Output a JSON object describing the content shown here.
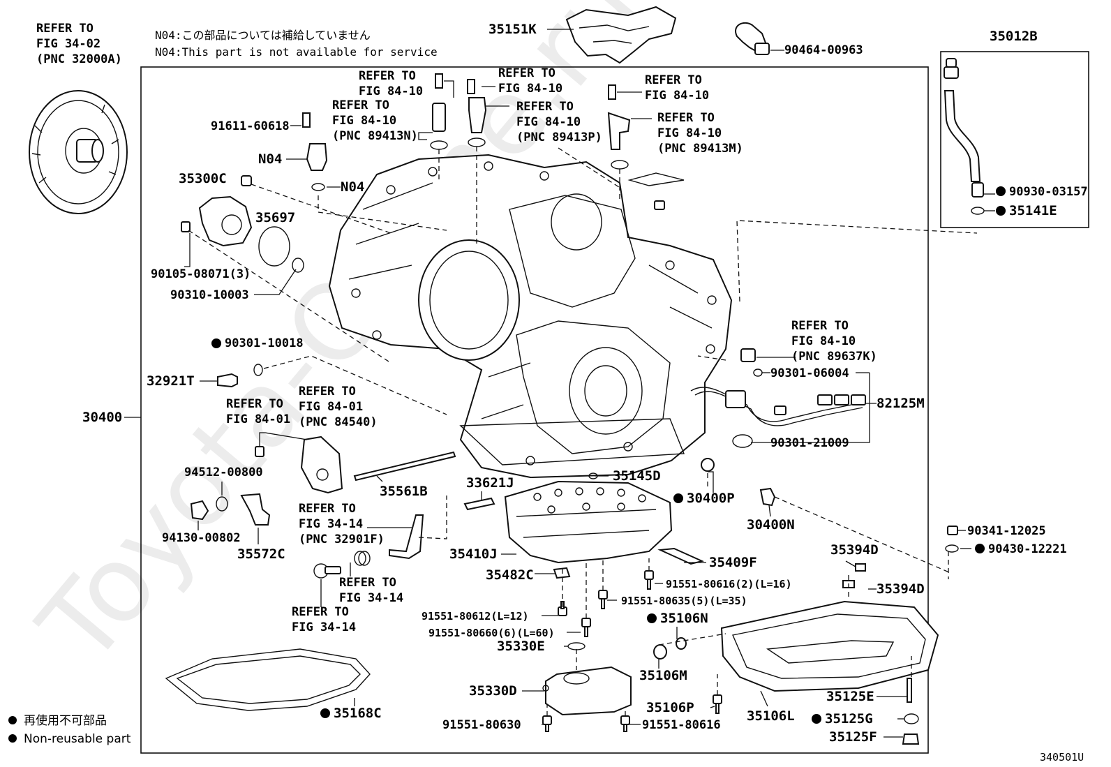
{
  "watermark": "Toyota-Online.ru",
  "figure_id": "340501U",
  "note": {
    "jp": "N04:この部品については補給していません",
    "en": "N04:This part is not available for service"
  },
  "legend": {
    "jp": "再使用不可部品",
    "en": "Non-reusable part"
  },
  "refs": {
    "r3402_1": "REFER TO",
    "r3402_2": "FIG 34-02",
    "r3402_3": "(PNC 32000A)",
    "a_1": "REFER TO",
    "a_2": "FIG 84-10",
    "b_1": "REFER TO",
    "b_2": "FIG 84-10",
    "c_1": "REFER TO",
    "c_2": "FIG 84-10",
    "c_3": "(PNC 89413N)",
    "d_1": "REFER TO",
    "d_2": "FIG 84-10",
    "d_3": "(PNC 89413P)",
    "e_1": "REFER TO",
    "e_2": "FIG 84-10",
    "f_1": "REFER TO",
    "f_2": "FIG 84-10",
    "f_3": "(PNC 89413M)",
    "g_1": "REFER TO",
    "g_2": "FIG 84-10",
    "g_3": "(PNC 89637K)",
    "h_1": "REFER TO",
    "h_2": "FIG 84-01",
    "h_3": "(PNC 84540)",
    "i_1": "REFER TO",
    "i_2": "FIG 84-01",
    "j_1": "REFER TO",
    "j_2": "FIG 34-14",
    "j_3": "(PNC 32901F)",
    "k_1": "REFER TO",
    "k_2": "FIG 34-14",
    "l_1": "REFER TO",
    "l_2": "FIG 34-14"
  },
  "parts": {
    "p35151K": "35151K",
    "p9046400963": "90464-00963",
    "p35012B": "35012B",
    "p9093003157": "90930-03157",
    "p35141E": "35141E",
    "p9161160618": "91611-60618",
    "pN04a": "N04",
    "pN04b": "N04",
    "p35300C": "35300C",
    "p35697": "35697",
    "p9010508071": "90105-08071(3)",
    "p9031010003": "90310-10003",
    "p9030110018": "90301-10018",
    "p32921T": "32921T",
    "p30400": "30400",
    "p9030106004": "90301-06004",
    "p82125M": "82125M",
    "p9030121009": "90301-21009",
    "p9451200800": "94512-00800",
    "p35561B": "35561B",
    "p33621J": "33621J",
    "p35145D": "35145D",
    "p30400P": "30400P",
    "p30400N": "30400N",
    "p9413000802": "94130-00802",
    "p35572C": "35572C",
    "p35410J": "35410J",
    "p35409F": "35409F",
    "p35482C": "35482C",
    "p35394Da": "35394D",
    "p35394Db": "35394D",
    "p9034112025": "90341-12025",
    "p9043012221": "90430-12221",
    "p9155180616_2": "91551-80616(2)(L=16)",
    "p9155180635": "91551-80635(5)(L=35)",
    "p9155180612": "91551-80612(L=12)",
    "p9155180660": "91551-80660(6)(L=60)",
    "p35106N": "35106N",
    "p35330E": "35330E",
    "p35106M": "35106M",
    "p35330D": "35330D",
    "p35106P": "35106P",
    "p35106L": "35106L",
    "p35125E": "35125E",
    "p35125G": "35125G",
    "p35125F": "35125F",
    "p35168C": "35168C",
    "p9155180630": "91551-80630",
    "p9155180616": "91551-80616"
  }
}
